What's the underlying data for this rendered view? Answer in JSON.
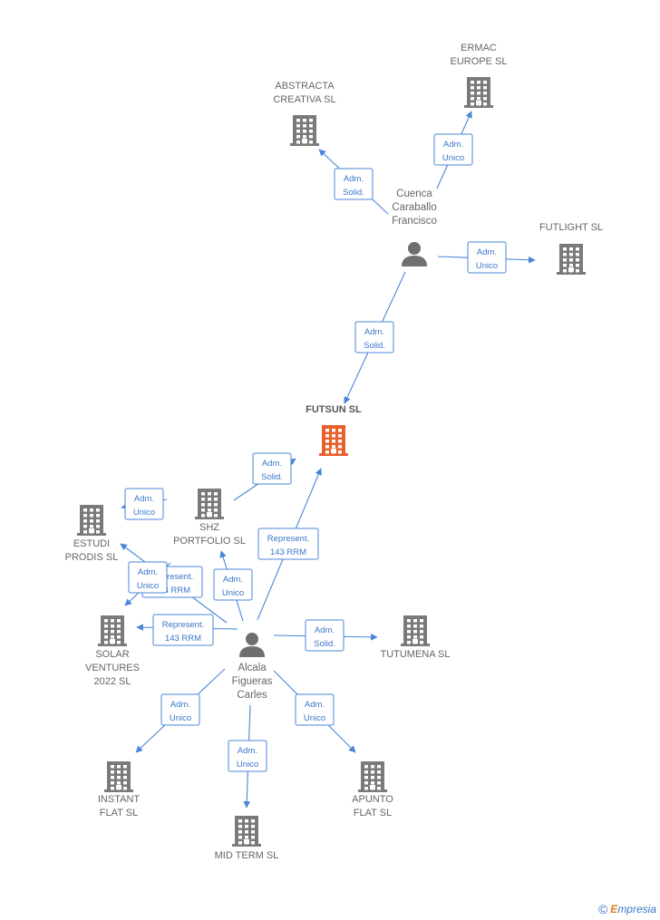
{
  "colors": {
    "company": "#7a7a7a",
    "focus_company": "#e8602c",
    "person": "#6f6f6f",
    "edge": "#4a86d8"
  },
  "companies": [
    {
      "id": "futsun",
      "lines": [
        "FUTSUN  SL"
      ],
      "focus": true
    },
    {
      "id": "ermac",
      "lines": [
        "ERMAC",
        "EUROPE  SL"
      ]
    },
    {
      "id": "abstracta",
      "lines": [
        "ABSTRACTA",
        "CREATIVA SL"
      ]
    },
    {
      "id": "futlight",
      "lines": [
        "FUTLIGHT  SL"
      ]
    },
    {
      "id": "shz",
      "lines": [
        "SHZ",
        "PORTFOLIO  SL"
      ]
    },
    {
      "id": "estudi",
      "lines": [
        "ESTUDI",
        "PRODIS SL"
      ]
    },
    {
      "id": "solar",
      "lines": [
        "SOLAR",
        "VENTURES",
        "2022  SL"
      ]
    },
    {
      "id": "tutumena",
      "lines": [
        "TUTUMENA  SL"
      ]
    },
    {
      "id": "instant",
      "lines": [
        "INSTANT",
        "FLAT  SL"
      ]
    },
    {
      "id": "midterm",
      "lines": [
        "MID TERM  SL"
      ]
    },
    {
      "id": "apunto",
      "lines": [
        "APUNTO",
        "FLAT  SL"
      ]
    }
  ],
  "persons": [
    {
      "id": "cuenca",
      "lines": [
        "Cuenca",
        "Caraballo",
        "Francisco"
      ]
    },
    {
      "id": "alcala",
      "lines": [
        "Alcala",
        "Figueras",
        "Carles"
      ]
    }
  ],
  "edges": [
    {
      "id": "cuenca-ermac",
      "lines": [
        "Adm.",
        "Unico"
      ]
    },
    {
      "id": "cuenca-abstracta",
      "lines": [
        "Adm.",
        "Solid."
      ]
    },
    {
      "id": "cuenca-futlight",
      "lines": [
        "Adm.",
        "Unico"
      ]
    },
    {
      "id": "cuenca-futsun",
      "lines": [
        "Adm.",
        "Solid."
      ]
    },
    {
      "id": "alcala-futsun-adm",
      "lines": [
        "Adm.",
        "Solid."
      ]
    },
    {
      "id": "alcala-futsun-rep",
      "lines": [
        "Represent.",
        "143 RRM"
      ]
    },
    {
      "id": "alcala-estudi-adm",
      "lines": [
        "Adm.",
        "Unico"
      ]
    },
    {
      "id": "alcala-estudi-rep",
      "lines": [
        "Represent.",
        "143 RRM"
      ]
    },
    {
      "id": "alcala-solar-adm",
      "lines": [
        "Adm.",
        "Unico"
      ]
    },
    {
      "id": "alcala-shz",
      "lines": [
        "Adm.",
        "Unico"
      ]
    },
    {
      "id": "alcala-solar-rep",
      "lines": [
        "Represent.",
        "143 RRM"
      ]
    },
    {
      "id": "alcala-tutumena",
      "lines": [
        "Adm.",
        "Solid."
      ]
    },
    {
      "id": "alcala-instant",
      "lines": [
        "Adm.",
        "Unico"
      ]
    },
    {
      "id": "alcala-midterm",
      "lines": [
        "Adm.",
        "Unico"
      ]
    },
    {
      "id": "alcala-apunto",
      "lines": [
        "Adm.",
        "Unico"
      ]
    }
  ],
  "footer": {
    "copyright_symbol": "©",
    "brand_initial": "E",
    "brand_rest": "mpresia"
  }
}
